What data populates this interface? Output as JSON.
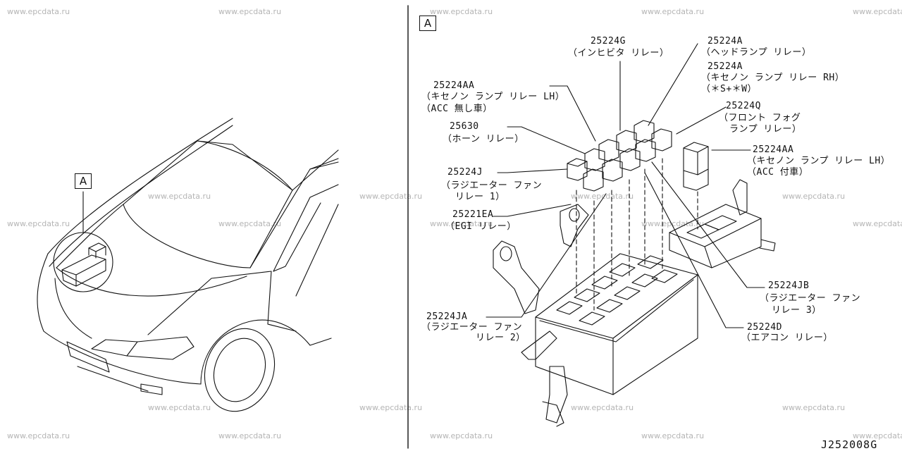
{
  "watermark": "www.epcdata.ru",
  "diagram_code": "J252008G",
  "callouts": {
    "left_callout": "A",
    "right_callout": "A"
  },
  "parts": {
    "p25224G": {
      "number": "25224G",
      "desc": "（インヒビタ リレー）"
    },
    "p25224A_head": {
      "number": "25224A",
      "desc": "（ヘッドランプ リレー）"
    },
    "p25224A_xenon": {
      "number": "25224A",
      "desc": "（キセノン ランプ リレー RH）",
      "desc2": "（＊S+＊W）"
    },
    "p25224AA_top": {
      "number": "25224AA",
      "desc": "（キセノン ランプ リレー LH）",
      "desc2": "（ACC 無し車）"
    },
    "p25224Q": {
      "number": "25224Q",
      "desc": "（フロント フォグ",
      "desc2": "ランプ リレー）"
    },
    "p25630": {
      "number": "25630",
      "desc": "（ホーン リレー）"
    },
    "p25224AA_side": {
      "number": "25224AA",
      "desc": "（キセノン ランプ リレー LH）",
      "desc2": "（ACC 付車）"
    },
    "p25224J": {
      "number": "25224J",
      "desc": "（ラジエーター ファン",
      "desc2": "リレー 1）"
    },
    "p25221EA": {
      "number": "25221EA",
      "desc": "（EGI リレー）"
    },
    "p25224JB": {
      "number": "25224JB",
      "desc": "（ラジエーター ファン",
      "desc2": "リレー 3）"
    },
    "p25224D": {
      "number": "25224D",
      "desc": "（エアコン リレー）"
    },
    "p25224JA": {
      "number": "25224JA",
      "desc": "（ラジエーター ファン",
      "desc2": "リレー 2）"
    }
  }
}
